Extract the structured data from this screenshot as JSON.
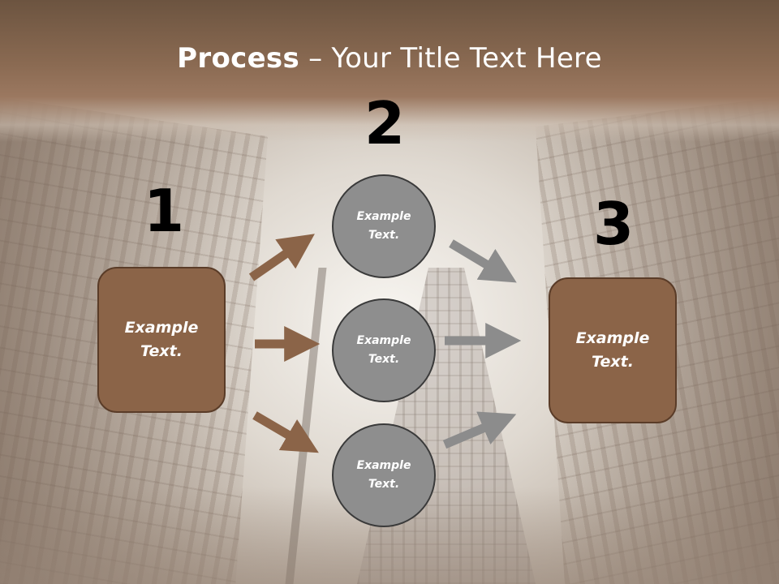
{
  "title": {
    "bold": "Process",
    "rest": " – Your Title Text Here"
  },
  "steps": {
    "left": {
      "number": "1",
      "line1": "Example",
      "line2": "Text."
    },
    "middle": {
      "number": "2"
    },
    "right": {
      "number": "3",
      "line1": "Example",
      "line2": "Text."
    }
  },
  "nodes": [
    {
      "line1": "Example",
      "line2": "Text."
    },
    {
      "line1": "Example",
      "line2": "Text."
    },
    {
      "line1": "Example",
      "line2": "Text."
    }
  ],
  "colors": {
    "brown_box": "#8b6448",
    "brown_arrow": "#8b6448",
    "gray_circle": "#8e8e8e",
    "gray_arrow": "#8c8c8c",
    "title_band": "#8a6a52"
  }
}
